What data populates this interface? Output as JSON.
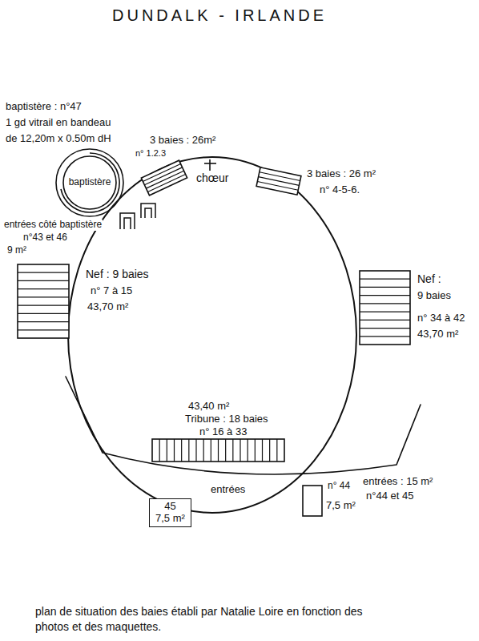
{
  "diagram": {
    "title": "DUNDALK - IRLANDE",
    "caption": "plan de situation des baies établi par Natalie Loire en fonction des photos et des maquettes.",
    "nodes": [
      {
        "text": [
          "chœur"
        ]
      },
      {
        "text": [
          "baptistère"
        ]
      },
      {
        "text": [
          "3 baies : 26m²",
          "n° 1.2.3"
        ]
      },
      {
        "text": [
          "3 baies : 26 m²",
          "n° 4-5-6."
        ]
      },
      {
        "text": [
          "Nef : 9 baies",
          "n° 7 à 15",
          "43,70 m²"
        ]
      },
      {
        "text": [
          "Nef :",
          "9 baies",
          "n° 34 à 42",
          "43,70 m²"
        ]
      },
      {
        "text": [
          "43,40 m²",
          "Tribune : 18 baies",
          "n° 16 à 33"
        ],
        "in": 0
      },
      {
        "text": [
          "45",
          "7,5 m²"
        ]
      },
      {
        "text": [
          "n° 44",
          "7,5 m²"
        ]
      }
    ],
    "labels": [
      "baptistère : n°47",
      "1 gd vitrail en bandeau",
      "de 12,20m x 0.50m dH",
      "entrées côté baptistère",
      "n°43 et 46",
      "9 m²",
      "entrées",
      "entrées : 15 m²",
      "n°44 et 45"
    ]
  }
}
